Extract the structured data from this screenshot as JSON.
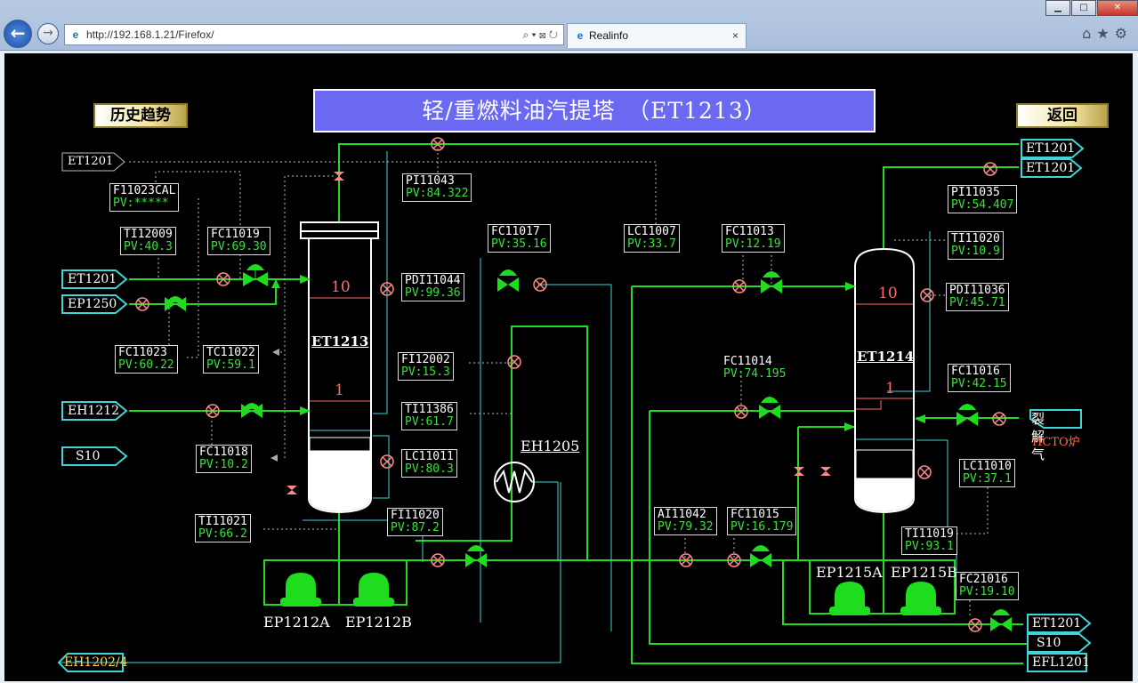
{
  "browser": {
    "url": "http://192.168.1.21/Firefox/",
    "tab_title": "Realinfo",
    "tab_close": "×",
    "win_minimize": "▁",
    "win_maximize": "□",
    "win_close": "✕",
    "back": "←",
    "forward": "→",
    "addr_tools": "⌕ ▾ ⊠ ↻",
    "right_icons": "⌂★⚙"
  },
  "page": {
    "title": "轻/重燃料油汽提塔　（ET1213）",
    "history_button": "历史趋势",
    "return_button": "返回"
  },
  "colors": {
    "pipe": "#1fdc1f",
    "signal": "#3fd4d8",
    "valve": "#ff8a8a",
    "tray": "#ff6b6b",
    "title_bg": "#6b69f2"
  },
  "connectors_left": {
    "et1201_top": "ET1201",
    "et1201_feed": "ET1201",
    "ep1250": "EP1250",
    "eh1212": "EH1212",
    "s10": "S10",
    "eh1202": "EH1202/4"
  },
  "connectors_right": {
    "et1201_a": "ET1201",
    "et1201_b": "ET1201",
    "cracked_gas": "裂解气",
    "hcto": "HCTO炉",
    "et1201_c": "ET1201",
    "s10": "S10",
    "efl1201": "EFL1201"
  },
  "equipment": {
    "et1213": "ET1213",
    "et1214": "ET1214",
    "eh1205": "EH1205",
    "ep1212a": "EP1212A",
    "ep1212b": "EP1212B",
    "ep1215a": "EP1215A",
    "ep1215b": "EP1215B",
    "tray10_left": "10",
    "tray1_left": "1",
    "tray10_right": "10",
    "tray1_right": "1"
  },
  "instruments": {
    "F11023CAL": {
      "name": "F11023CAL",
      "pv": "PV:*****"
    },
    "TI12009": {
      "name": "TI12009",
      "pv": "PV:40.3"
    },
    "FC11019": {
      "name": "FC11019",
      "pv": "PV:69.30"
    },
    "PI11043": {
      "name": "PI11043",
      "pv": "PV:84.322"
    },
    "PDI11044": {
      "name": "PDI11044",
      "pv": "PV:99.36"
    },
    "FC11023": {
      "name": "FC11023",
      "pv": "PV:60.22"
    },
    "TC11022": {
      "name": "TC11022",
      "pv": "PV:59.1"
    },
    "FC11018": {
      "name": "FC11018",
      "pv": "PV:10.2"
    },
    "TI11021": {
      "name": "TI11021",
      "pv": "PV:66.2"
    },
    "FC11017": {
      "name": "FC11017",
      "pv": "PV:35.16"
    },
    "FI12002": {
      "name": "FI12002",
      "pv": "PV:15.3"
    },
    "TI11386": {
      "name": "TI11386",
      "pv": "PV:61.7"
    },
    "LC11011": {
      "name": "LC11011",
      "pv": "PV:80.3"
    },
    "FI11020": {
      "name": "FI11020",
      "pv": "PV:87.2"
    },
    "LC11007": {
      "name": "LC11007",
      "pv": "PV:33.7"
    },
    "FC11013": {
      "name": "FC11013",
      "pv": "PV:12.19"
    },
    "FC11014": {
      "name": "FC11014",
      "pv": "PV:74.195"
    },
    "AI11042": {
      "name": "AI11042",
      "pv": "PV:79.32"
    },
    "FC11015": {
      "name": "FC11015",
      "pv": "PV:16.179"
    },
    "PI11035": {
      "name": "PI11035",
      "pv": "PV:54.407"
    },
    "TI11020": {
      "name": "TI11020",
      "pv": "PV:10.9"
    },
    "PDI11036": {
      "name": "PDI11036",
      "pv": "PV:45.71"
    },
    "FC11016": {
      "name": "FC11016",
      "pv": "PV:42.15"
    },
    "LC11010": {
      "name": "LC11010",
      "pv": "PV:37.1"
    },
    "TI11019": {
      "name": "TI11019",
      "pv": "PV:93.1"
    },
    "FC21016": {
      "name": "FC21016",
      "pv": "PV:19.10"
    }
  }
}
